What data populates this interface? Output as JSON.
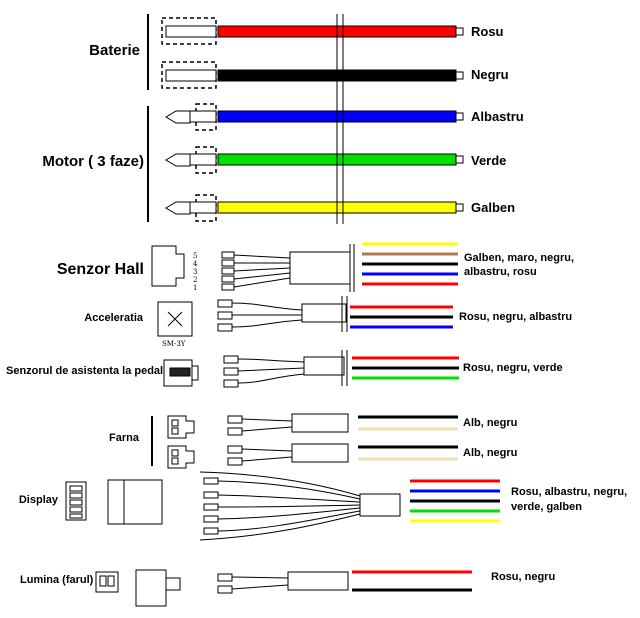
{
  "colors": {
    "red": "#ff0000",
    "black": "#000000",
    "blue": "#0000ff",
    "green": "#00e000",
    "yellow": "#ffff00",
    "white": "#ffffff",
    "brown": "#b07850",
    "cream": "#f0e0b0"
  },
  "groups": {
    "baterie": "Baterie",
    "motor": "Motor ( 3 faze)",
    "hall": "Senzor Hall",
    "acceleratia": "Acceleratia",
    "pas": "Senzorul de asistenta la pedalat",
    "farna": "Farna",
    "display": "Display",
    "lumina": "Lumina (farul)"
  },
  "heavy_wires": [
    {
      "label": "Rosu",
      "color": "red"
    },
    {
      "label": "Negru",
      "color": "black"
    },
    {
      "label": "Albastru",
      "color": "blue"
    },
    {
      "label": "Verde",
      "color": "green"
    },
    {
      "label": "Galben",
      "color": "yellow"
    }
  ],
  "connectors": {
    "hall": {
      "label_line1": "Galben, maro, negru,",
      "label_line2": "albastru, rosu",
      "wires": [
        "yellow",
        "brown",
        "black",
        "blue",
        "red"
      ],
      "pins": [
        "5",
        "4",
        "3",
        "2",
        "1"
      ]
    },
    "acceleratia": {
      "label": "Rosu, negru, albastru",
      "wires": [
        "red",
        "black",
        "blue"
      ],
      "part": "SM-3Y"
    },
    "pas": {
      "label": "Rosu, negru, verde",
      "wires": [
        "red",
        "black",
        "green"
      ]
    },
    "farna1": {
      "label": "Alb, negru",
      "wires": [
        "black",
        "cream"
      ]
    },
    "farna2": {
      "label": "Alb, negru",
      "wires": [
        "black",
        "cream"
      ]
    },
    "display": {
      "label_line1": "Rosu, albastru, negru,",
      "label_line2": "verde, galben",
      "wires": [
        "red",
        "blue",
        "black",
        "green",
        "yellow"
      ]
    },
    "lumina": {
      "label": "Rosu, negru",
      "wires": [
        "red",
        "black"
      ]
    }
  }
}
